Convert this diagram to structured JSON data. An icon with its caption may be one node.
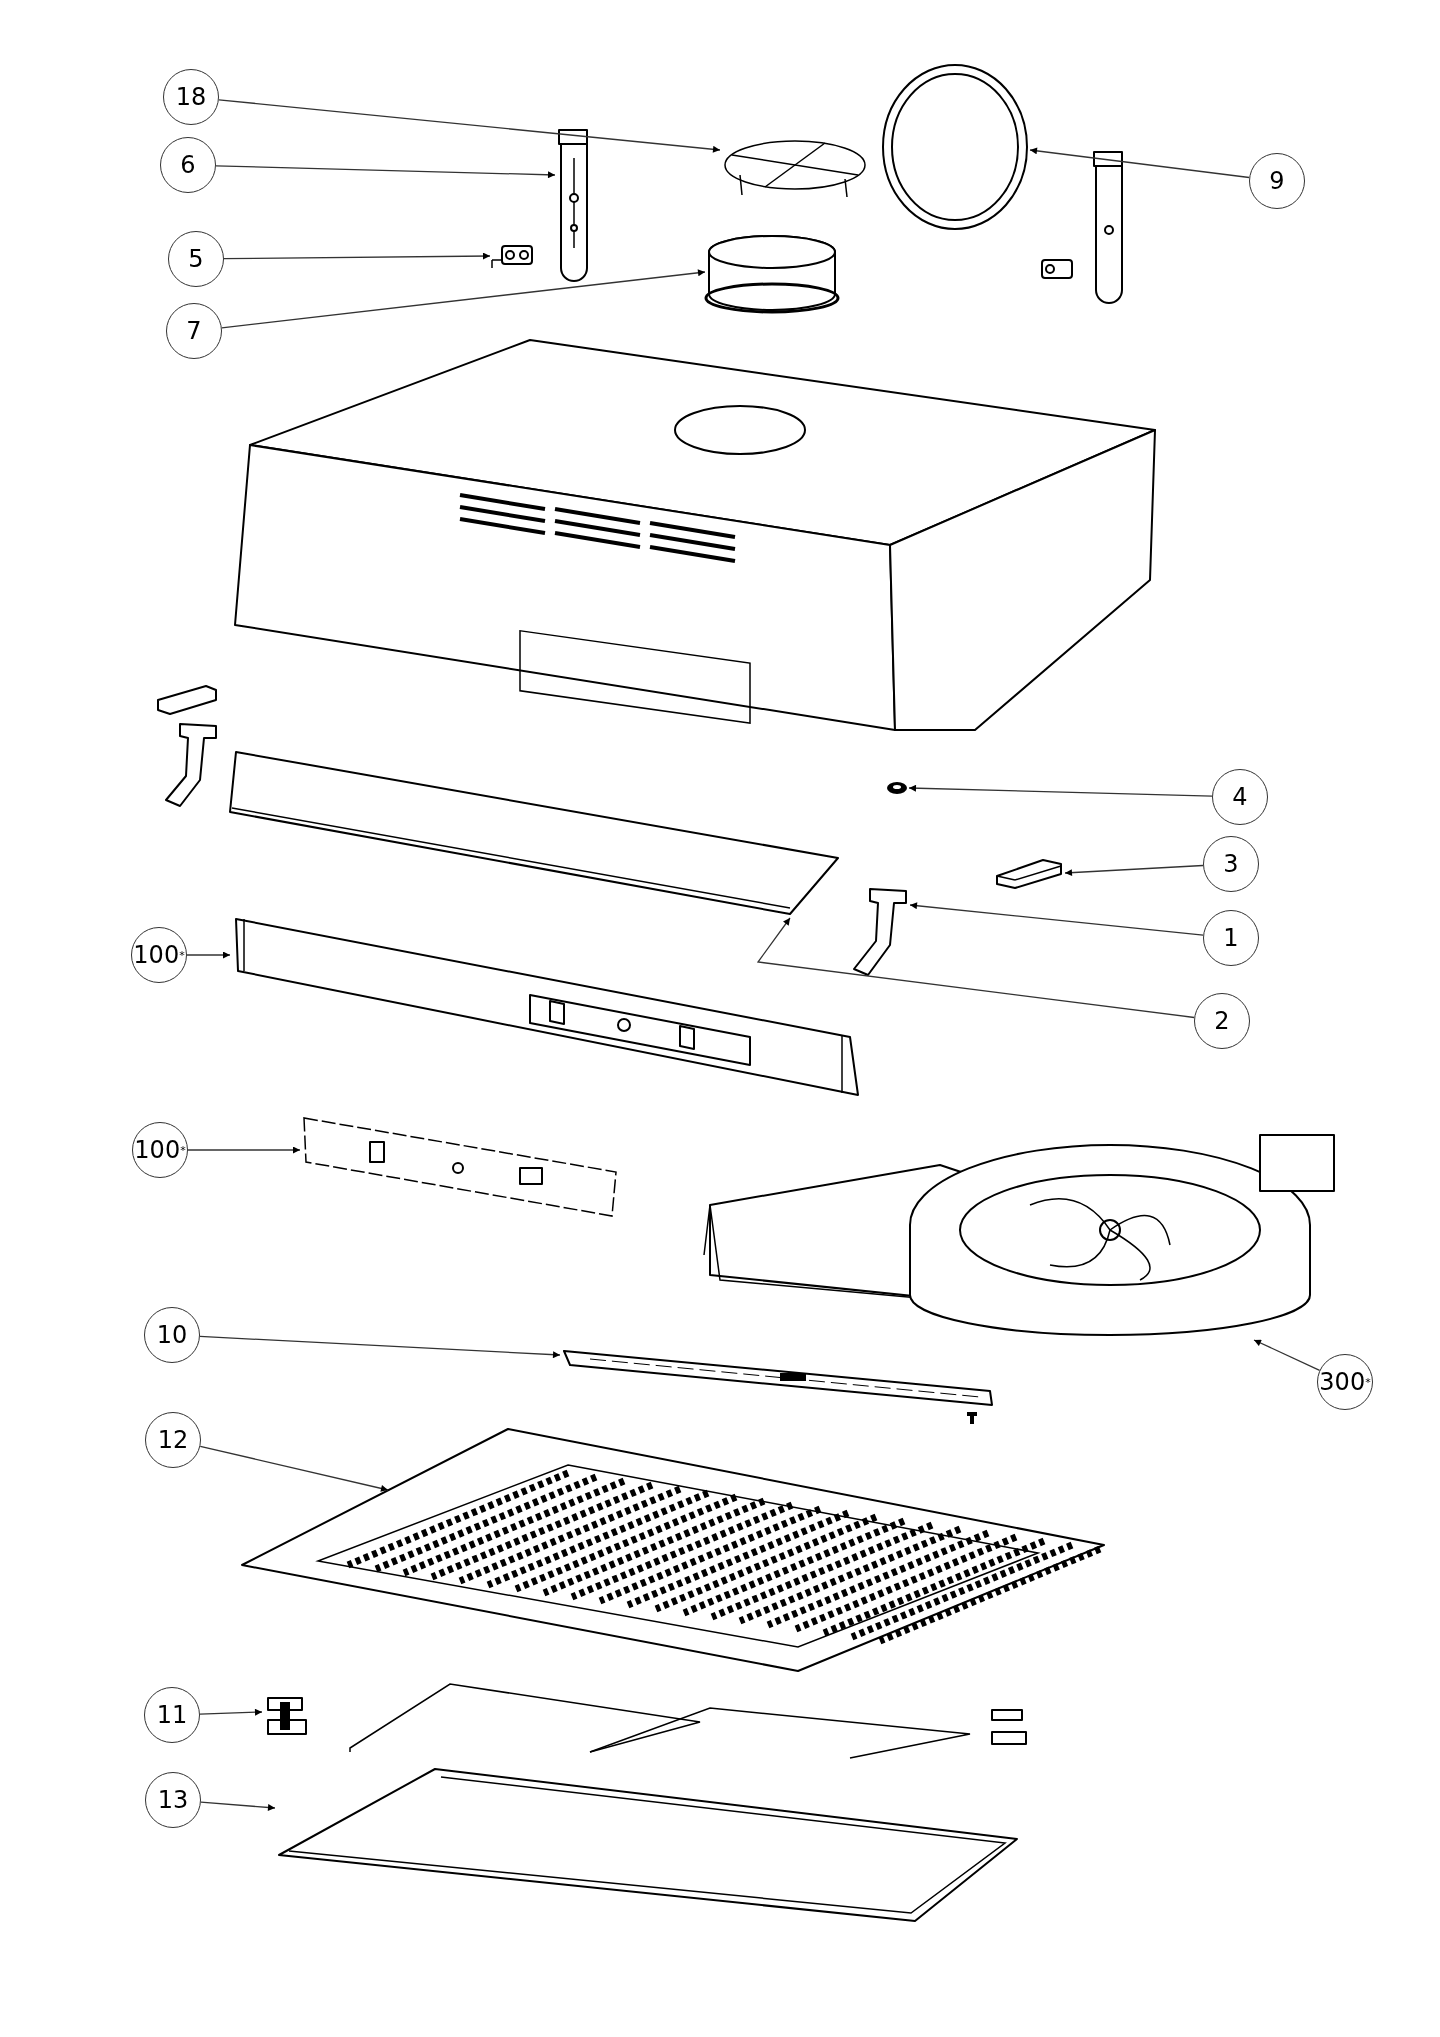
{
  "diagram": {
    "nodes": [
      {
        "text": [
          "18"
        ]
      },
      {
        "text": [
          "6"
        ]
      },
      {
        "text": [
          "9"
        ]
      },
      {
        "text": [
          "5"
        ]
      },
      {
        "text": [
          "7"
        ]
      },
      {
        "text": [
          "4"
        ]
      },
      {
        "text": [
          "3"
        ]
      },
      {
        "text": [
          "1"
        ]
      },
      {
        "text": [
          "100$^{*}$"
        ]
      },
      {
        "text": [
          "2"
        ]
      },
      {
        "text": [
          "100$^{*}$"
        ]
      },
      {
        "text": [
          "10"
        ]
      },
      {
        "text": [
          "300$^{*}$"
        ]
      },
      {
        "text": [
          "12"
        ]
      },
      {
        "text": [
          "11"
        ]
      },
      {
        "text": [
          "13"
        ]
      },
      {
        "text": [],
        "shape": "picture"
      },
      {
        "text": [],
        "shape": "picture"
      },
      {
        "text": [],
        "shape": "picture"
      },
      {
        "text": [],
        "shape": "picture"
      },
      {
        "text": [],
        "shape": "picture"
      },
      {
        "text": [],
        "shape": "picture"
      },
      {
        "text": [],
        "shape": "picture"
      },
      {
        "text": [],
        "shape": "picture"
      },
      {
        "text": [],
        "shape": "picture"
      },
      {
        "text": [],
        "shape": "picture"
      },
      {
        "text": [],
        "shape": "picture"
      },
      {
        "text": [],
        "shape": "picture"
      },
      {
        "text": [],
        "shape": "picture"
      },
      {
        "text": [],
        "shape": "picture"
      },
      {
        "text": [],
        "shape": "picture"
      },
      {
        "text": [],
        "shape": "picture"
      }
    ],
    "edges": [
      {
        "from": 0,
        "to": 16,
        "arrow": "to"
      },
      {
        "from": 1,
        "to": 17,
        "arrow": "to"
      },
      {
        "from": 2,
        "to": 18,
        "arrow": "to"
      },
      {
        "from": 3,
        "to": 19,
        "arrow": "to"
      },
      {
        "from": 4,
        "to": 20,
        "arrow": "to"
      },
      {
        "from": 5,
        "to": 21,
        "arrow": "to"
      },
      {
        "from": 6,
        "to": 22,
        "arrow": "to"
      },
      {
        "from": 7,
        "to": 23,
        "arrow": "to"
      },
      {
        "from": 8,
        "to": 24,
        "arrow": "to"
      },
      {
        "from": 9,
        "to": 25,
        "arrow": "to"
      },
      {
        "from": 10,
        "to": 26,
        "arrow": "to"
      },
      {
        "from": 11,
        "to": 28,
        "arrow": "to"
      },
      {
        "from": 12,
        "to": 27,
        "arrow": "to"
      },
      {
        "from": 13,
        "to": 29,
        "arrow": "to"
      },
      {
        "from": 14,
        "to": 30,
        "arrow": "to"
      },
      {
        "from": 15,
        "to": 31,
        "arrow": "to"
      }
    ]
  }
}
